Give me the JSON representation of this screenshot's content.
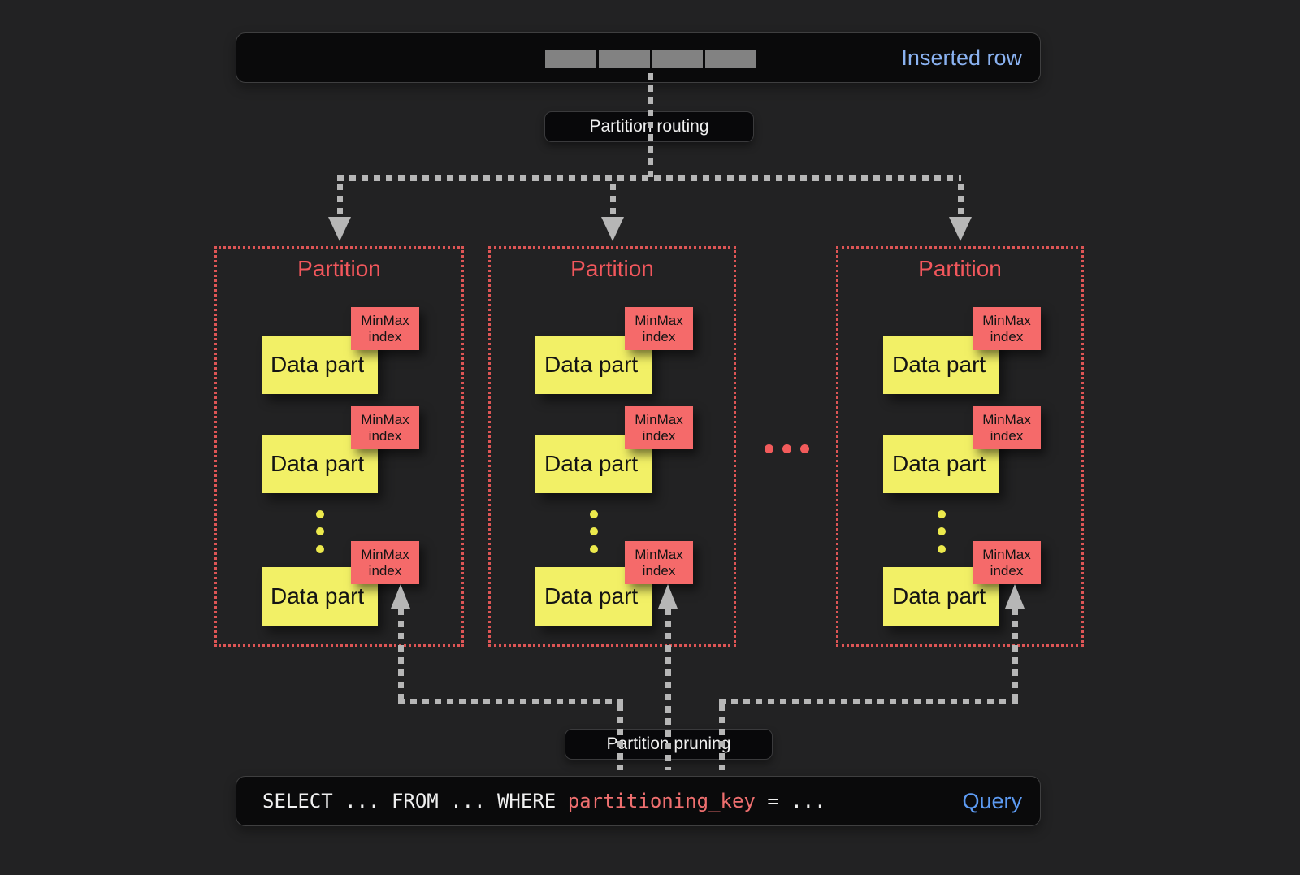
{
  "colors": {
    "bg": "#222223",
    "bar_bg": "#0a0a0b",
    "bar_border": "#3f3f40",
    "label_bg": "#08080a",
    "dash": "#b6b6b6",
    "segment_gray": "#828282",
    "inserted_blue": "#8ab2f1",
    "query_blue": "#5d9bf3",
    "coral_title": "#f2575c",
    "coral_border": "#dd5555",
    "ellipsis_red": "#f25b5b",
    "yellow": "#f2f066",
    "yellow_dot": "#ece94c",
    "minmax_red": "#f56a6a",
    "box_text": "#141414",
    "label_text": "#f0f0f0",
    "sql_text": "#f0f0f0",
    "sql_key": "#ef6f6f"
  },
  "inserted_bar": {
    "label": "Inserted row",
    "segment_count": 4
  },
  "routing": {
    "label": "Partition routing"
  },
  "pruning": {
    "label": "Partition pruning"
  },
  "partitions": [
    {
      "title": "Partition",
      "parts": [
        {
          "label": "Data part",
          "index_label": "MinMax index"
        },
        {
          "label": "Data part",
          "index_label": "MinMax index"
        },
        {
          "label": "Data part",
          "index_label": "MinMax index"
        }
      ]
    },
    {
      "title": "Partition",
      "parts": [
        {
          "label": "Data part",
          "index_label": "MinMax index"
        },
        {
          "label": "Data part",
          "index_label": "MinMax index"
        },
        {
          "label": "Data part",
          "index_label": "MinMax index"
        }
      ]
    },
    {
      "title": "Partition",
      "parts": [
        {
          "label": "Data part",
          "index_label": "MinMax index"
        },
        {
          "label": "Data part",
          "index_label": "MinMax index"
        },
        {
          "label": "Data part",
          "index_label": "MinMax index"
        }
      ]
    }
  ],
  "query_bar": {
    "sql_prefix": "SELECT ... FROM ... WHERE ",
    "sql_key": "partitioning_key",
    "sql_suffix": " = ...",
    "label": "Query"
  }
}
